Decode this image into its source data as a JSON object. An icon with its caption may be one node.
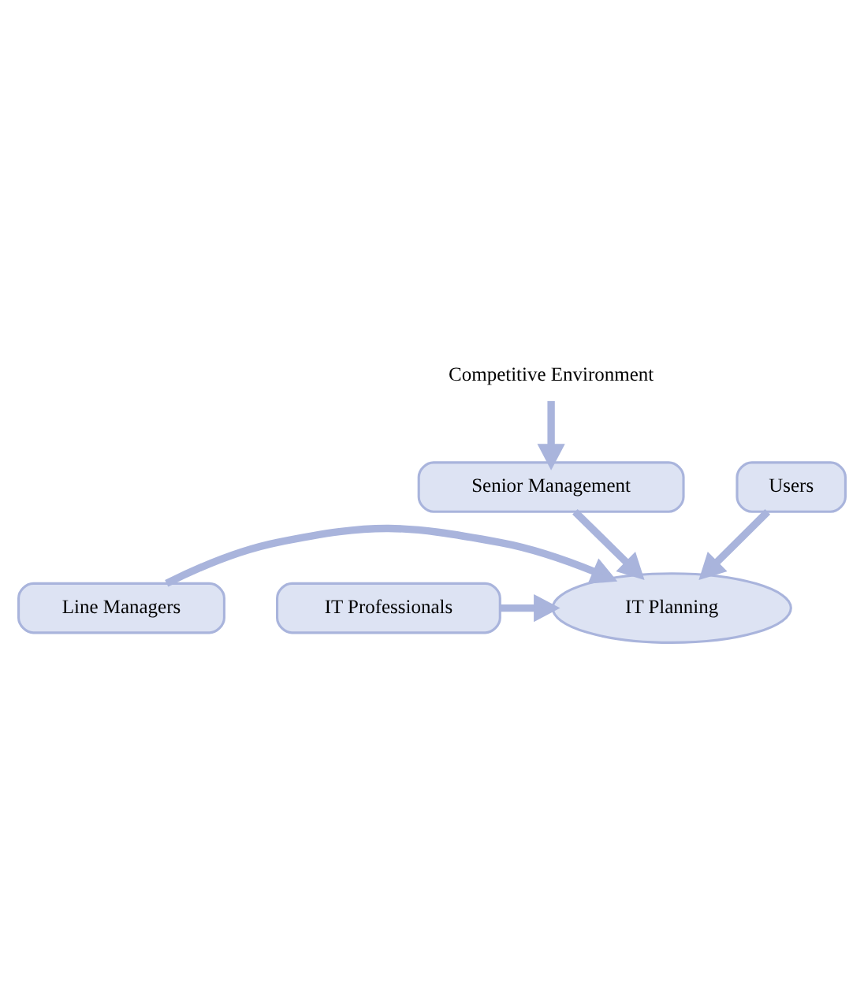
{
  "diagram": {
    "nodes": [
      {
        "text": [
          "Competitive Environment"
        ]
      },
      {
        "text": [
          "Senior Management"
        ]
      },
      {
        "text": [
          "Line Managers"
        ]
      },
      {
        "text": [
          "IT Professionals"
        ]
      },
      {
        "text": [
          "Users"
        ]
      },
      {
        "text": [
          "IT Planning"
        ]
      }
    ],
    "edges": [
      {
        "from": 0,
        "to": 1,
        "arrow": "to"
      },
      {
        "from": 1,
        "to": 5,
        "arrow": "to"
      },
      {
        "from": 2,
        "to": 5,
        "arrow": "to"
      },
      {
        "from": 3,
        "to": 5,
        "arrow": "to"
      },
      {
        "from": 4,
        "to": 5,
        "arrow": "to"
      }
    ]
  }
}
